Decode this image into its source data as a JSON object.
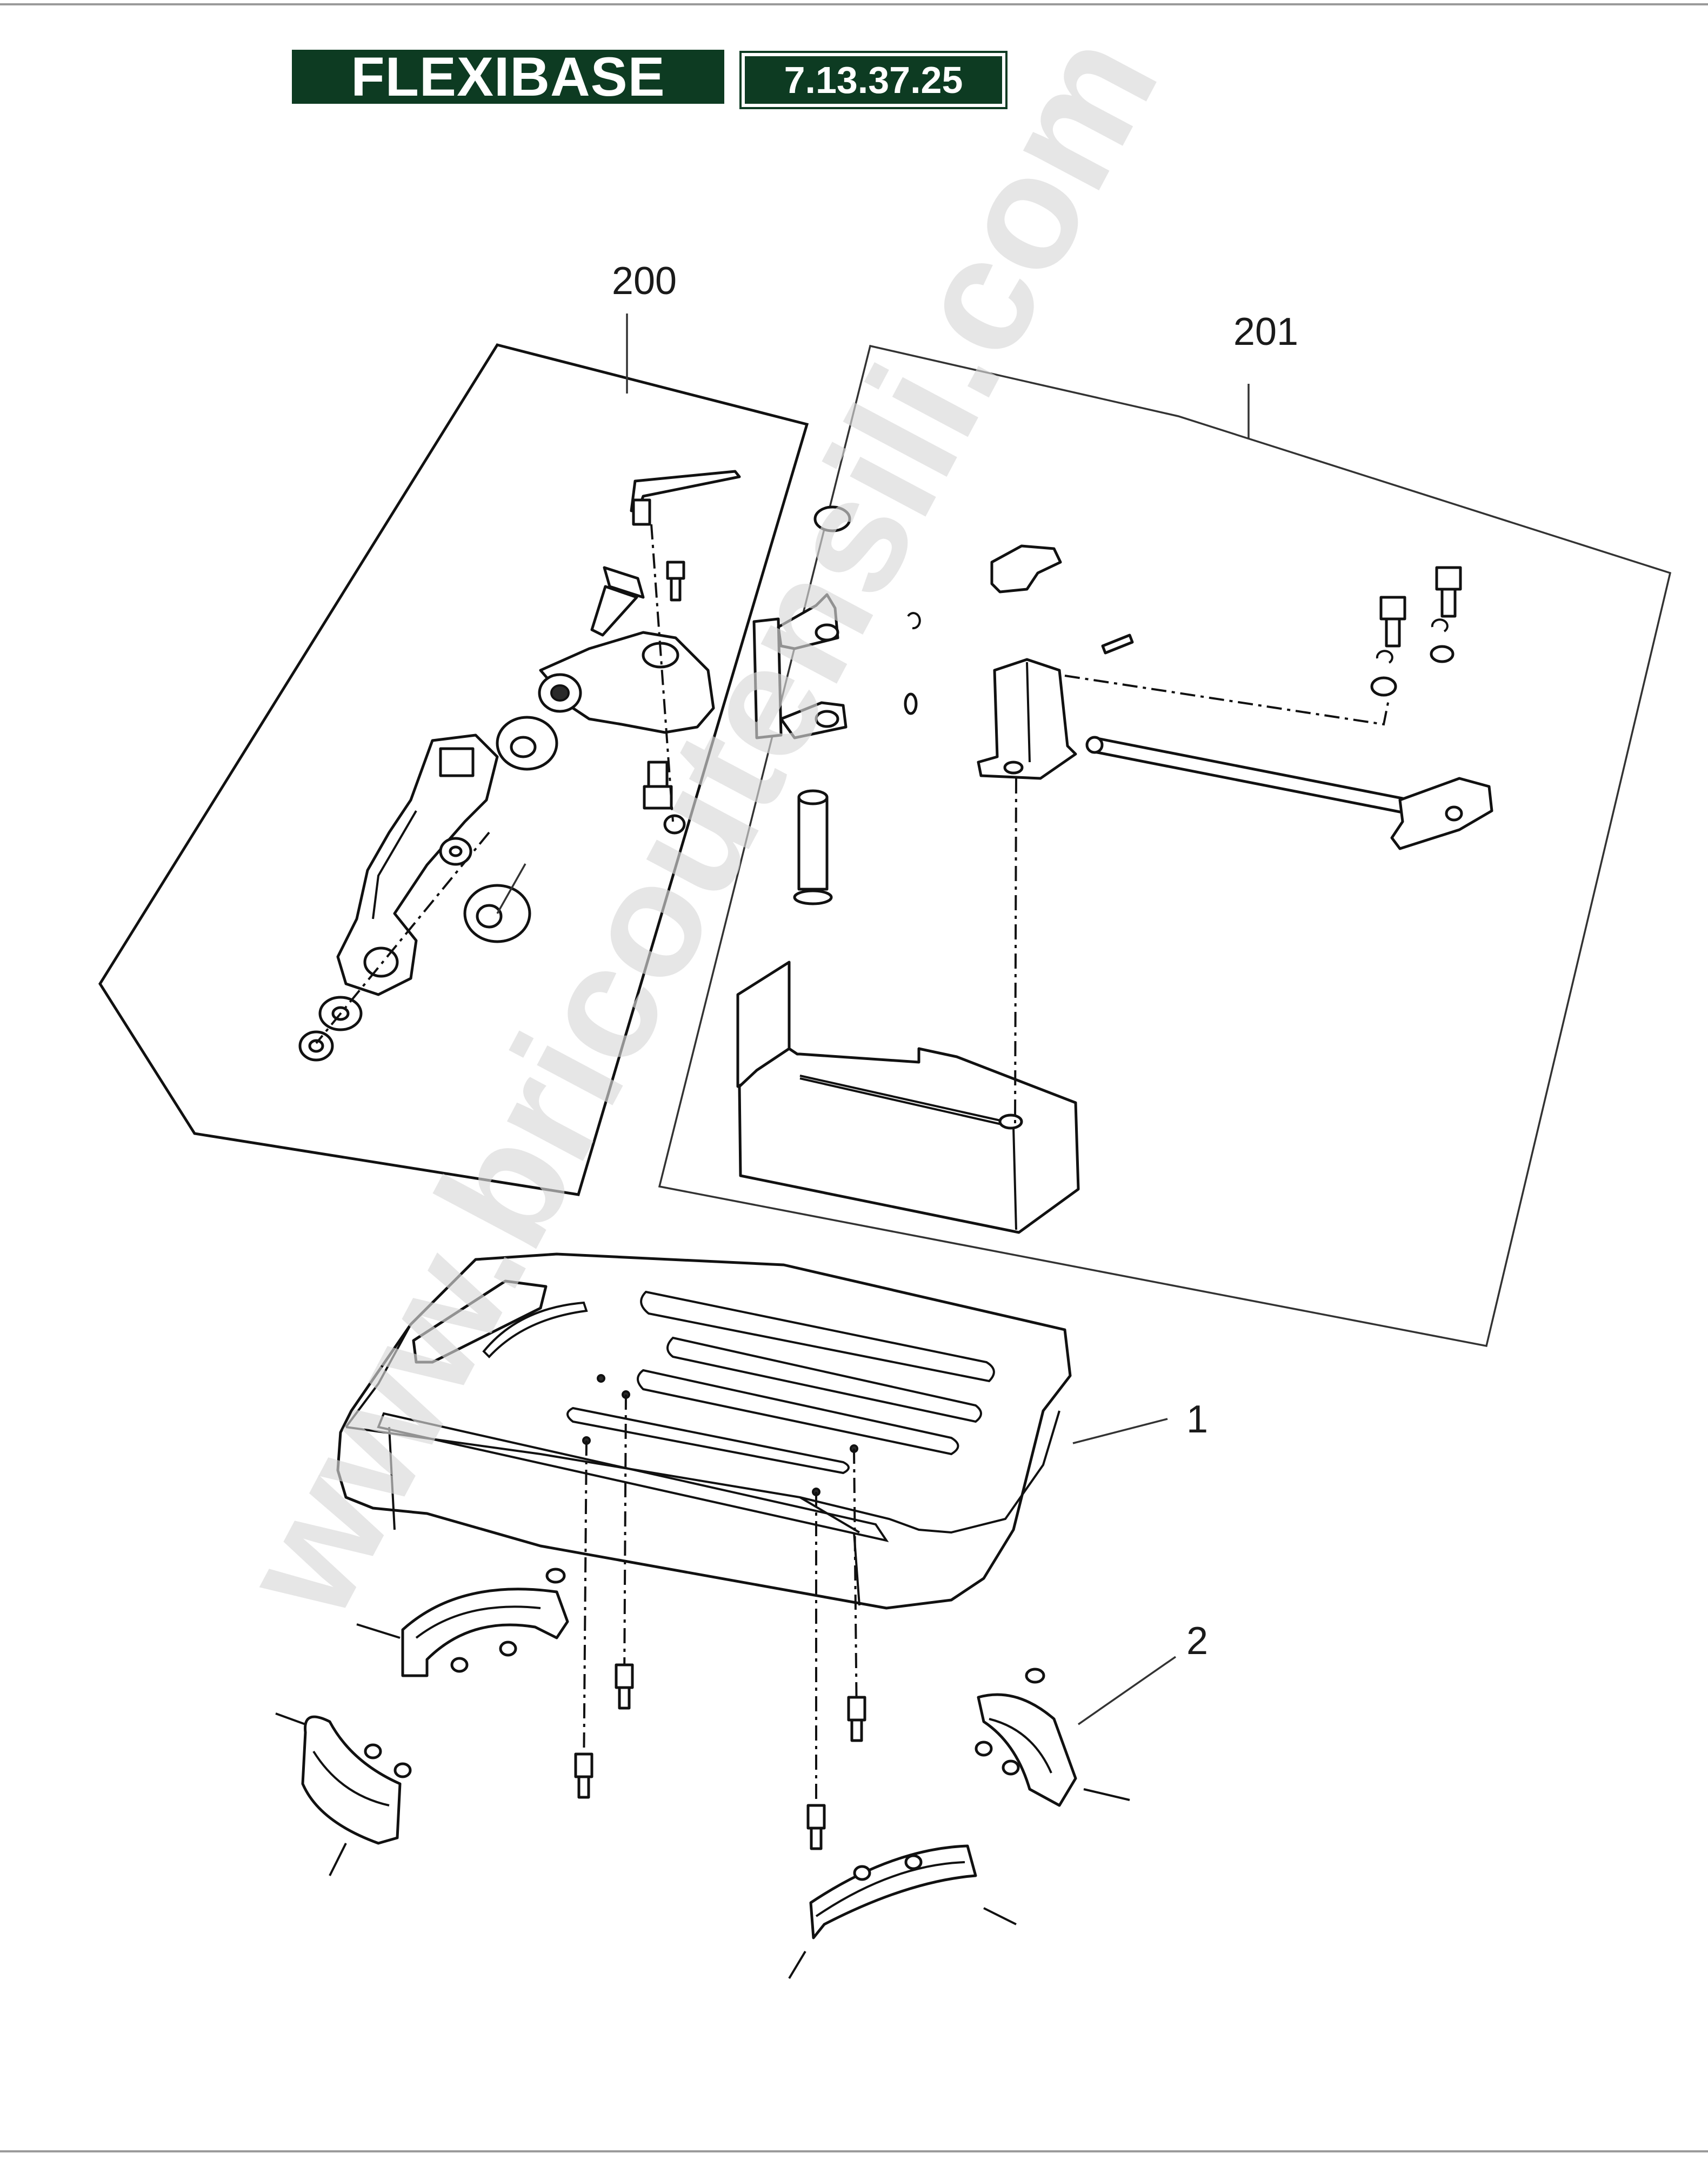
{
  "header": {
    "product_name": "FLEXIBASE",
    "product_code": "7.13.37.25"
  },
  "callouts": {
    "assembly_200": "200",
    "assembly_201": "201",
    "part_1": "1",
    "part_2": "2"
  },
  "watermark": {
    "text": "www.bricoutensili.com"
  },
  "colors": {
    "header_background": "#0d3b22",
    "header_text": "#ffffff",
    "line_art": "#111111",
    "watermark": "#d8d8d8"
  }
}
